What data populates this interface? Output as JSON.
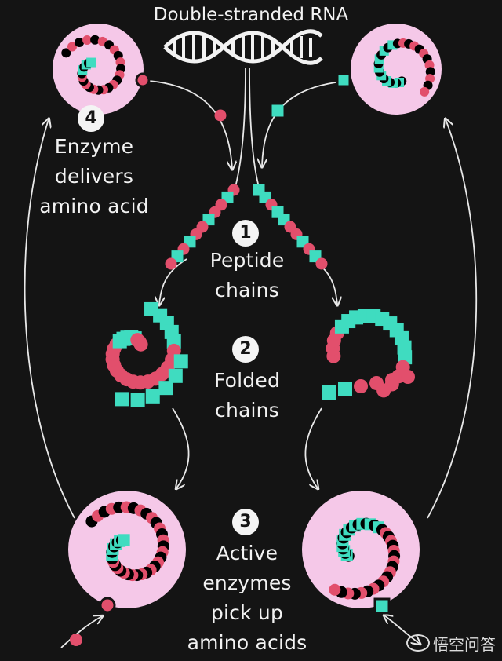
{
  "title": "Double-stranded RNA",
  "colors": {
    "background": "#141414",
    "pink_residue": "#e24f6c",
    "teal_residue": "#3fdcc0",
    "enzyme_fill": "#f5c8e8",
    "enzyme_light_pink": "#f29aa7",
    "enzyme_light_teal": "#8ff0dc",
    "arrow": "#e8e8e8"
  },
  "steps": [
    {
      "number": "1",
      "lines": [
        "Peptide",
        "chains"
      ]
    },
    {
      "number": "2",
      "lines": [
        "Folded",
        "chains"
      ]
    },
    {
      "number": "3",
      "lines": [
        "Active",
        "enzymes",
        "pick up",
        "amino acids"
      ]
    },
    {
      "number": "4",
      "lines": [
        "Enzyme",
        "delivers",
        "amino acid"
      ]
    }
  ],
  "watermark": "悟空问答"
}
